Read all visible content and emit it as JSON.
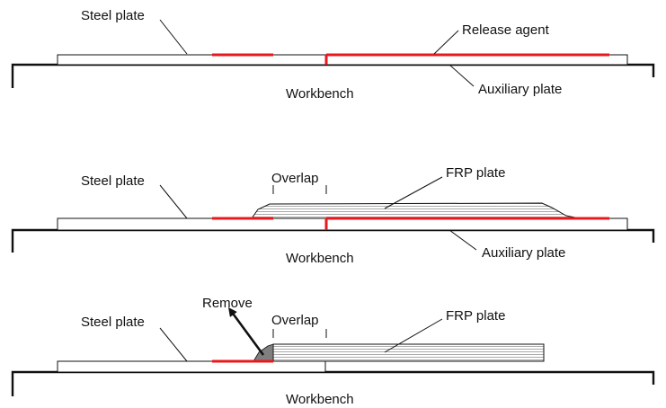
{
  "colors": {
    "release_agent": "#e8191e",
    "outline": "#111111",
    "frp_stripe": "#9a9a9a",
    "removed_adhesive": "#7f7f7f",
    "background": "#ffffff"
  },
  "panel1": {
    "steel_plate": "Steel plate",
    "release_agent": "Release agent",
    "auxiliary_plate": "Auxiliary plate",
    "workbench": "Workbench"
  },
  "panel2": {
    "steel_plate": "Steel plate",
    "overlap": "Overlap",
    "frp_plate": "FRP plate",
    "auxiliary_plate": "Auxiliary plate",
    "workbench": "Workbench"
  },
  "panel3": {
    "remove": "Remove",
    "steel_plate": "Steel plate",
    "overlap": "Overlap",
    "frp_plate": "FRP plate",
    "workbench": "Workbench"
  }
}
